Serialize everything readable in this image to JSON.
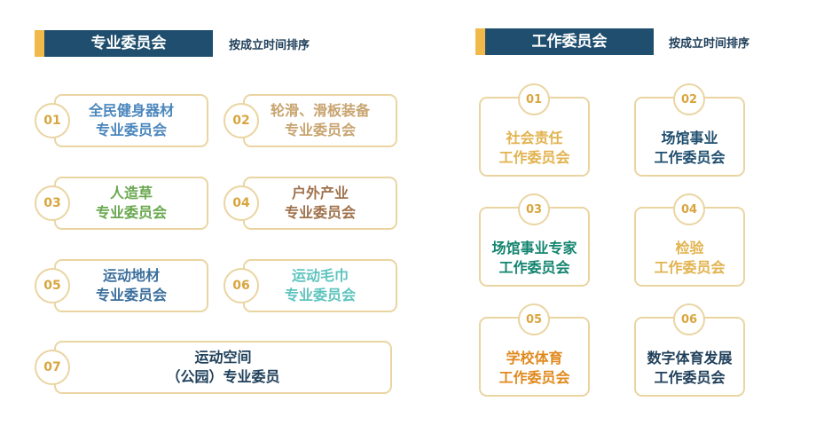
{
  "left_section": {
    "title": "专业委员会",
    "note": "按成立时间排序",
    "items": [
      {
        "num": "01",
        "line1": "全民健身器材",
        "line2": "专业委员会",
        "color": "#4a86bd"
      },
      {
        "num": "02",
        "line1": "轮滑、滑板装备",
        "line2": "专业委员会",
        "color": "#c8a470"
      },
      {
        "num": "03",
        "line1": "人造草",
        "line2": "专业委员会",
        "color": "#6aa84f"
      },
      {
        "num": "04",
        "line1": "户外产业",
        "line2": "专业委员会",
        "color": "#a0724c"
      },
      {
        "num": "05",
        "line1": "运动地材",
        "line2": "专业委员会",
        "color": "#3b6f9c"
      },
      {
        "num": "06",
        "line1": "运动毛巾",
        "line2": "专业委员会",
        "color": "#5ec4be"
      },
      {
        "num": "07",
        "line1": "运动空间",
        "line2": "（公园）专业委员",
        "color": "#1f3f5a"
      }
    ]
  },
  "right_section": {
    "title": "工作委员会",
    "note": "按成立时间排序",
    "items": [
      {
        "num": "01",
        "line1": "社会责任",
        "line2": "工作委员会",
        "color": "#e2b34f"
      },
      {
        "num": "02",
        "line1": "场馆事业",
        "line2": "工作委员会",
        "color": "#1f4e6e"
      },
      {
        "num": "03",
        "line1": "场馆事业专家",
        "line2": "工作委员会",
        "color": "#13846f"
      },
      {
        "num": "04",
        "line1": "检验",
        "line2": "工作委员会",
        "color": "#e2b34f"
      },
      {
        "num": "05",
        "line1": "学校体育",
        "line2": "工作委员会",
        "color": "#e08a1e"
      },
      {
        "num": "06",
        "line1": "数字体育发展",
        "line2": "工作委员会",
        "color": "#1f3f5a"
      }
    ]
  }
}
